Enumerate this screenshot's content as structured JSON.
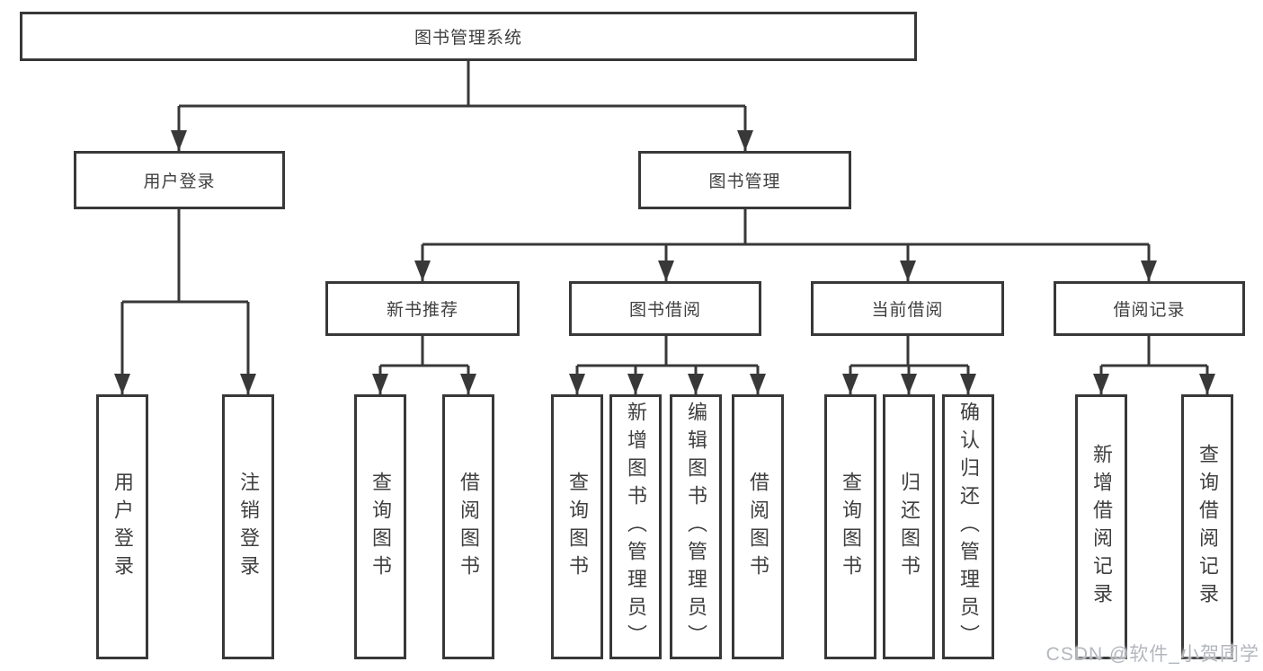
{
  "diagram": {
    "root": {
      "label": "图书管理系统"
    },
    "branches": [
      {
        "label": "用户登录",
        "children": [
          {
            "label": "用户登录"
          },
          {
            "label": "注销登录"
          }
        ]
      },
      {
        "label": "图书管理",
        "children": [
          {
            "label": "新书推荐",
            "children": [
              {
                "label": "查询图书"
              },
              {
                "label": "借阅图书"
              }
            ]
          },
          {
            "label": "图书借阅",
            "children": [
              {
                "label": "查询图书"
              },
              {
                "label": "新增图书（管理员）"
              },
              {
                "label": "编辑图书（管理员）"
              },
              {
                "label": "借阅图书"
              }
            ]
          },
          {
            "label": "当前借阅",
            "children": [
              {
                "label": "查询图书"
              },
              {
                "label": "归还图书"
              },
              {
                "label": "确认归还（管理员）"
              }
            ]
          },
          {
            "label": "借阅记录",
            "children": [
              {
                "label": "新增借阅记录"
              },
              {
                "label": "查询借阅记录"
              }
            ]
          }
        ]
      }
    ],
    "watermark": "CSDN @软件_小贺同学",
    "colors": {
      "line": "#383838",
      "box_border": "#383838",
      "text": "#3f3f3f",
      "background": "#ffffff",
      "watermark": "#b3b7bd"
    }
  }
}
